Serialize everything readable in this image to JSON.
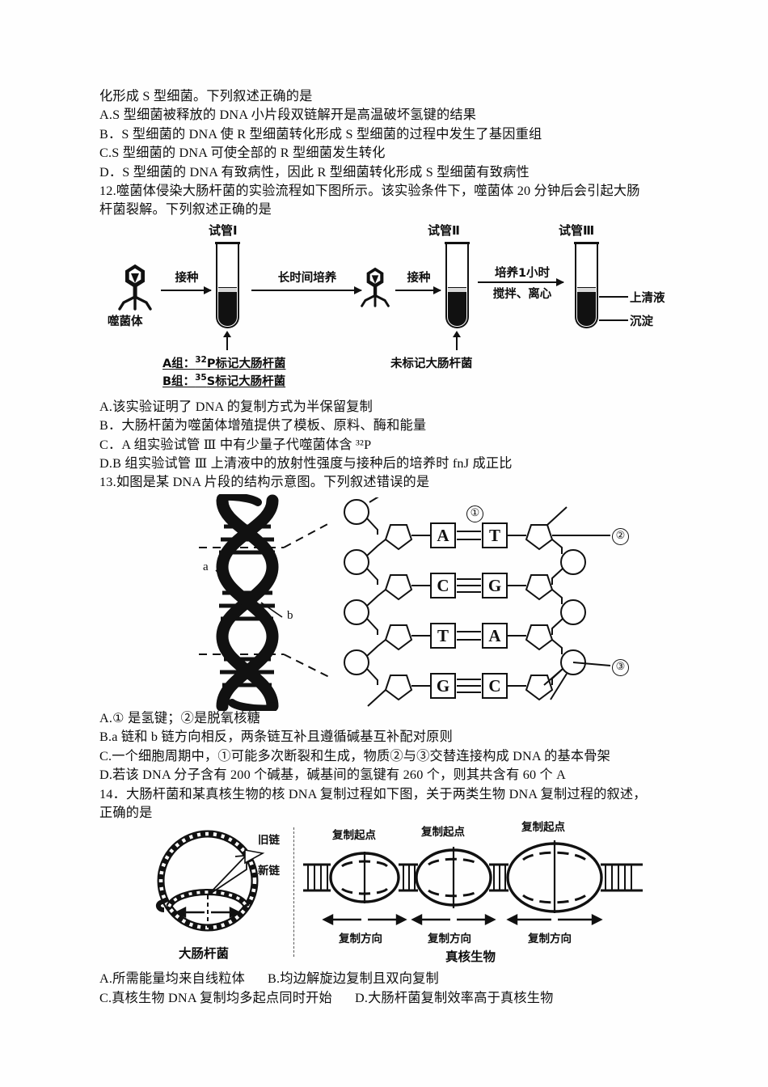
{
  "question11": {
    "stem_tail": "化形成 S 型细菌。下列叙述正确的是",
    "options": [
      "A.S 型细菌被释放的 DNA 小片段双链解开是高温破坏氢键的结果",
      "B．S 型细菌的 DNA 使 R 型细菌转化形成 S 型细菌的过程中发生了基因重组",
      "C.S 型细菌的 DNA 可使全部的 R 型细菌发生转化",
      "D．S 型细菌的 DNA 有致病性，因此 R 型细菌转化形成 S 型细菌有致病性"
    ]
  },
  "question12": {
    "stem_line1": "12.噬菌体侵染大肠杆菌的实验流程如下图所示。该实验条件下，噬菌体 20 分钟后会引起大肠",
    "stem_line2": "杆菌裂解。下列叙述正确的是",
    "figure": {
      "name": "phage-infection-flow",
      "phage_label": "噬菌体",
      "tube_titles": [
        "试管Ⅰ",
        "试管Ⅱ",
        "试管Ⅲ"
      ],
      "step_labels": [
        "接种",
        "长时间培养",
        "接种"
      ],
      "step4_line1": "培养1小时",
      "step4_line2": "搅拌、离心",
      "group_a": "A组：",
      "group_a_iso": "32",
      "group_a_text": "P标记大肠杆菌",
      "group_b": "B组：",
      "group_b_iso": "35",
      "group_b_text": "S标记大肠杆菌",
      "unlabeled_ecoli": "未标记大肠杆菌",
      "supernatant": "上清液",
      "precipitate": "沉淀"
    },
    "options": [
      "A.该实验证明了 DNA 的复制方式为半保留复制",
      "B．大肠杆菌为噬菌体增殖提供了模板、原料、酶和能量",
      "C．A 组实验试管 Ⅲ 中有少量子代噬菌体含 ³²P",
      "D.B 组实验试管 Ⅲ 上清液中的放射性强度与接种后的培养时 fnJ 成正比"
    ]
  },
  "question13": {
    "stem": "13.如图是某 DNA 片段的结构示意图。下列叙述错误的是",
    "figure": {
      "name": "dna-segment-structure",
      "helix_labels": [
        "a",
        "b"
      ],
      "callouts": [
        "①",
        "②",
        "③"
      ],
      "base_pairs": [
        {
          "left": "A",
          "right": "T",
          "bonds": 2
        },
        {
          "left": "C",
          "right": "G",
          "bonds": 3
        },
        {
          "left": "T",
          "right": "A",
          "bonds": 2
        },
        {
          "left": "G",
          "right": "C",
          "bonds": 3
        }
      ]
    },
    "options": [
      "A.① 是氢键；②是脱氧核糖",
      "B.a 链和 b 链方向相反，两条链互补且遵循碱基互补配对原则",
      "C.一个细胞周期中，①可能多次断裂和生成，物质②与③交替连接构成 DNA 的基本骨架",
      "D.若该 DNA 分子含有 200 个碱基，碱基间的氢键有 260 个，则其共含有 60 个 A"
    ]
  },
  "question14": {
    "stem_line1": "14．大肠杆菌和某真核生物的核 DNA 复制过程如下图，关于两类生物 DNA 复制过程的叙述，",
    "stem_line2": "正确的是",
    "figure": {
      "name": "dna-replication-comparison",
      "left": {
        "old_strand": "旧链",
        "new_strand": "新链",
        "caption": "大肠杆菌"
      },
      "right": {
        "origin_labels": [
          "复制起点",
          "复制起点",
          "复制起点"
        ],
        "direction_labels": [
          "复制方向",
          "复制方向",
          "复制方向"
        ],
        "caption": "真核生物"
      }
    },
    "options_row1": [
      "A.所需能量均来自线粒体",
      "B.均边解旋边复制且双向复制"
    ],
    "options_row2": [
      "C.真核生物 DNA 复制均多起点同时开始",
      "D.大肠杆菌复制效率高于真核生物"
    ]
  },
  "colors": {
    "ink": "#0d0d0d",
    "figure_ink": "#111111",
    "paper": "#fefefe"
  }
}
